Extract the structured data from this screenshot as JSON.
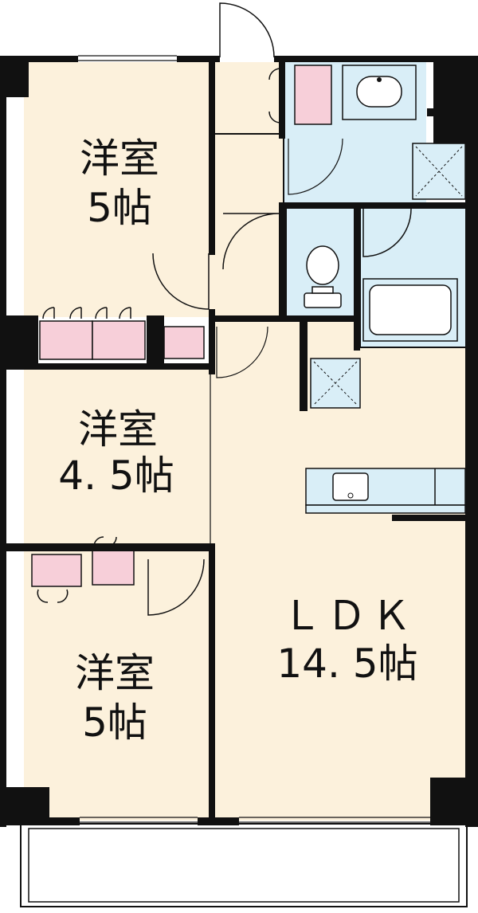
{
  "colors": {
    "wall": "#111111",
    "room_floor": "#fcf1dc",
    "wet_area": "#d9eef7",
    "storage": "#f7cfd9",
    "balcony": "#ffffff"
  },
  "rooms": {
    "west_top": {
      "label": "洋室",
      "size": "5帖"
    },
    "west_mid": {
      "label": "洋室",
      "size": "4. 5帖"
    },
    "west_bottom": {
      "label": "洋室",
      "size": "5帖"
    },
    "ldk": {
      "label": "ＬＤＫ",
      "size": "14. 5帖"
    }
  },
  "icons": {
    "door_swing": "door-arc-icon",
    "washbasin": "washbasin-icon",
    "toilet": "toilet-icon",
    "bathtub": "bathtub-icon",
    "kitchen_sink": "sink-icon",
    "washer_pan": "washer-pan-icon"
  }
}
